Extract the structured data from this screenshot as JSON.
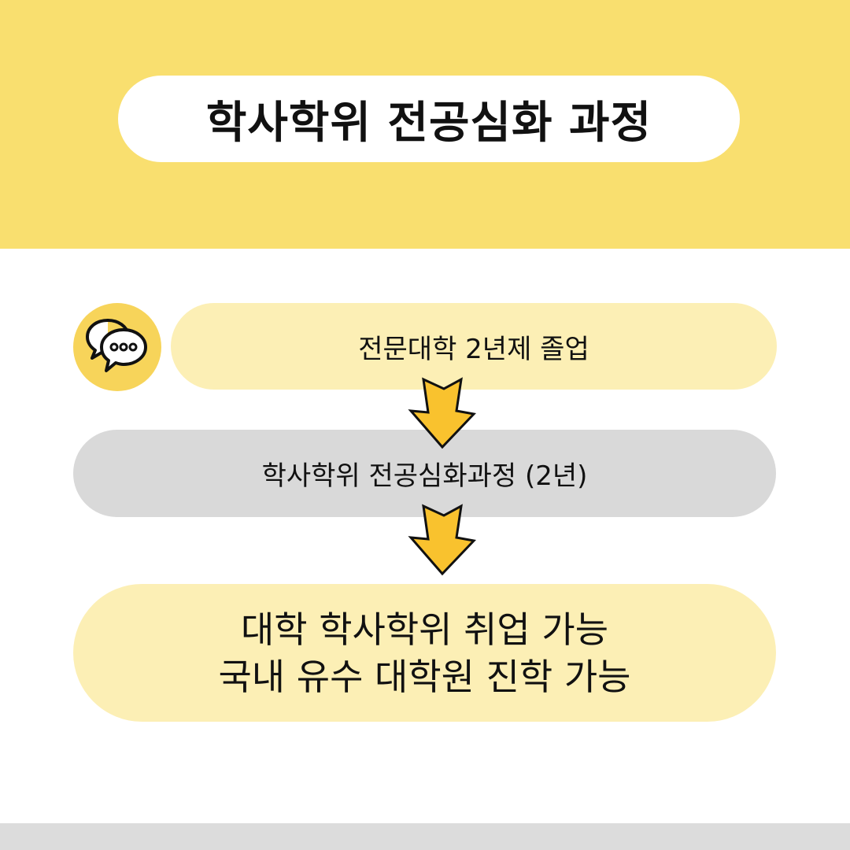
{
  "header": {
    "title": "학사학위 전공심화 과정"
  },
  "flow": {
    "steps": [
      {
        "label": "전문대학 2년제 졸업"
      },
      {
        "label": "학사학위 전공심화과정 (2년)"
      },
      {
        "lines": [
          "대학 학사학위 취업 가능",
          "국내 유수 대학원 진학 가능"
        ]
      }
    ],
    "badge_icon": "chat-bubbles-icon",
    "arrow_icon": "arrow-down-icon"
  },
  "colors": {
    "header_bg": "#f9df6f",
    "badge_bg": "#f7d45a",
    "step_light": "#fcefb5",
    "step_gray": "#d9d9d9",
    "arrow_fill": "#f9c22e",
    "footer_band": "#dcdcdc"
  }
}
